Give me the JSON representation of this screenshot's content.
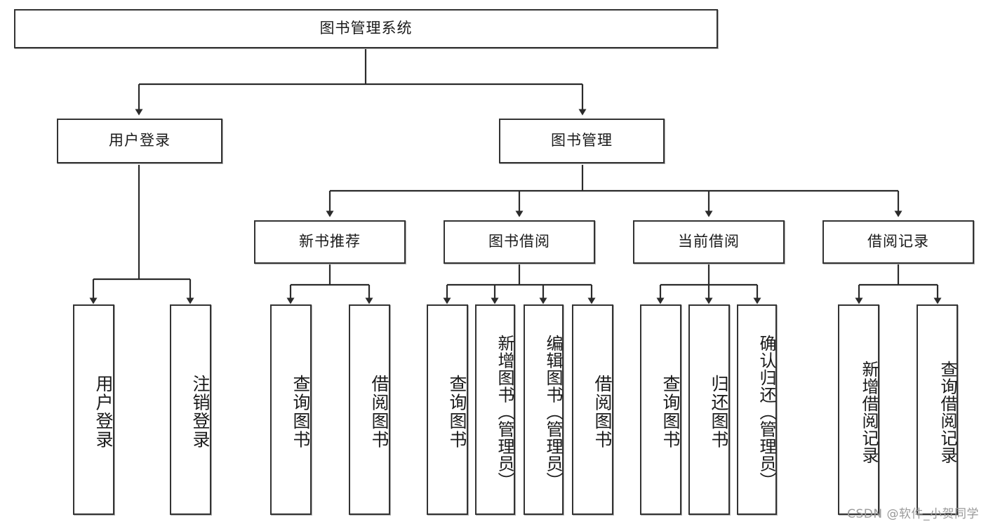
{
  "diagram": {
    "type": "tree",
    "title": "图书管理系统",
    "root": {
      "label": "图书管理系统"
    },
    "level2": [
      {
        "label": "用户登录"
      },
      {
        "label": "图书管理"
      }
    ],
    "level3": [
      {
        "label": "新书推荐"
      },
      {
        "label": "图书借阅"
      },
      {
        "label": "当前借阅"
      },
      {
        "label": "借阅记录"
      }
    ],
    "leaves": {
      "user_login": [
        {
          "label": "用户登录"
        },
        {
          "label": "注销登录"
        }
      ],
      "new_book_recommend": [
        {
          "label": "查询图书"
        },
        {
          "label": "借阅图书"
        }
      ],
      "book_borrow": [
        {
          "label": "查询图书"
        },
        {
          "label": "新增图书（管理员）"
        },
        {
          "label": "编辑图书（管理员）"
        },
        {
          "label": "借阅图书"
        }
      ],
      "current_borrow": [
        {
          "label": "查询图书"
        },
        {
          "label": "归还图书"
        },
        {
          "label": "确认归还（管理员）"
        }
      ],
      "borrow_record": [
        {
          "label": "新增借阅记录"
        },
        {
          "label": "查询借阅记录"
        }
      ]
    }
  },
  "watermark": {
    "text": "CSDN @软件_小贺同学"
  },
  "colors": {
    "box_border": "#333333",
    "box_fill": "#ffffff",
    "connector": "#2b2b2b",
    "text": "#1a1a1a",
    "watermark": "#9a9a9a"
  }
}
